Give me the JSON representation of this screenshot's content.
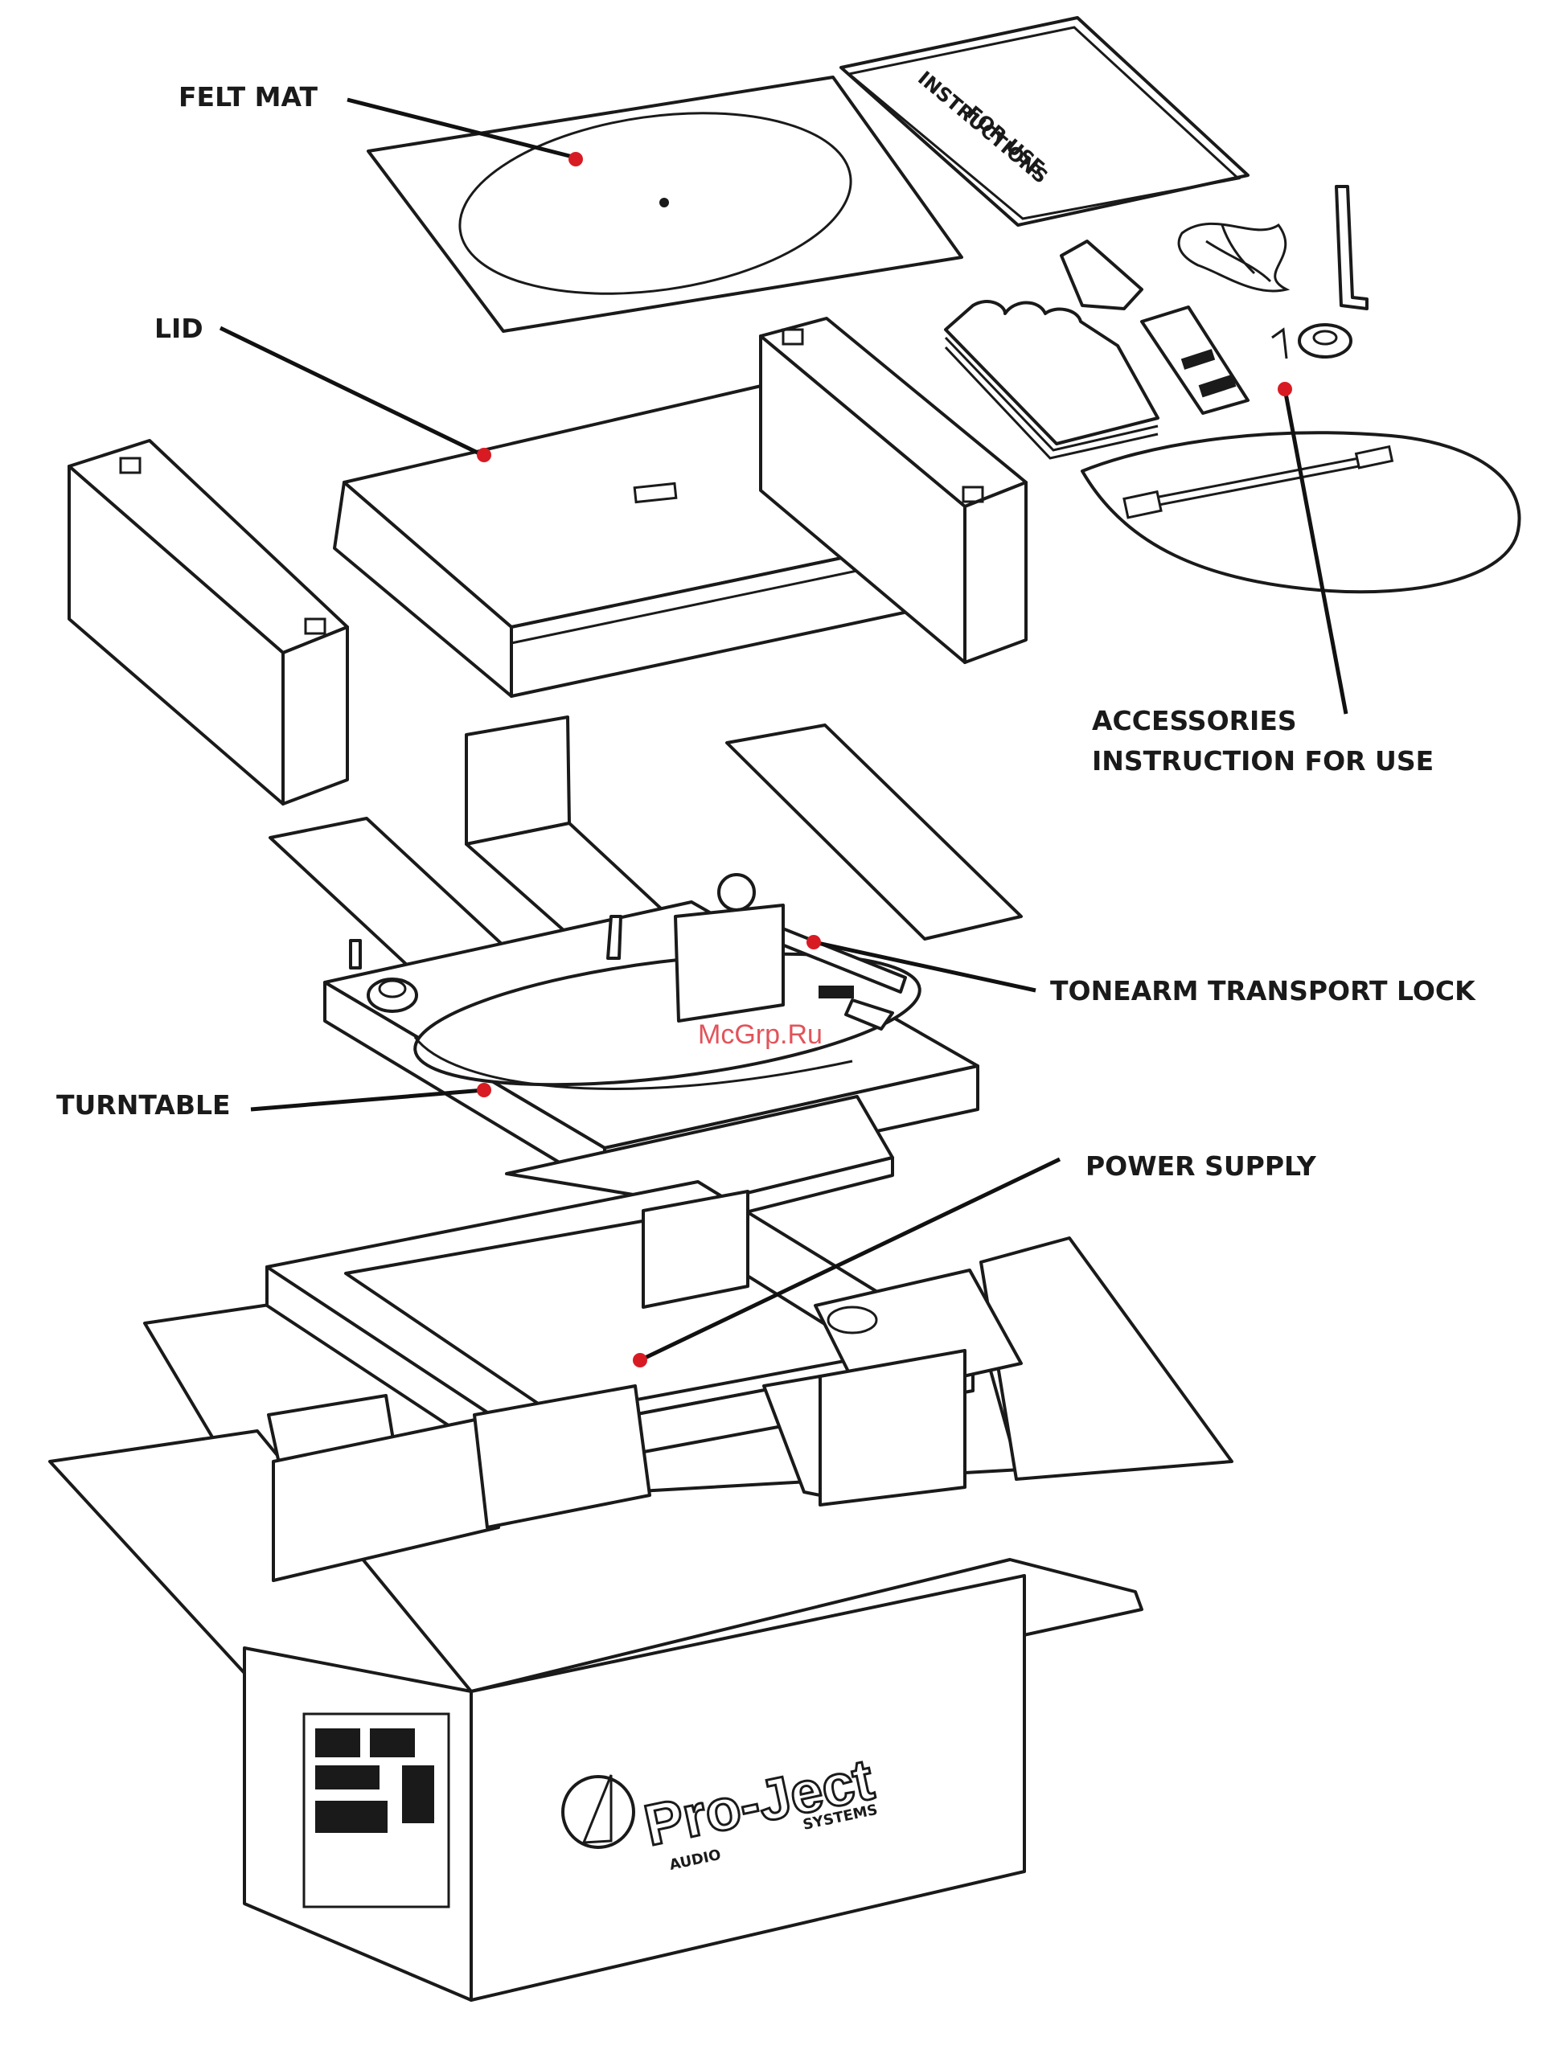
{
  "labels": {
    "felt_mat": "FELT MAT",
    "lid": "LID",
    "accessories_line1": "ACCESSORIES",
    "accessories_line2": "INSTRUCTION FOR USE",
    "tonearm_lock": "TONEARM TRANSPORT LOCK",
    "turntable": "TURNTABLE",
    "power_supply": "POWER SUPPLY"
  },
  "booklet": {
    "line1": "INSTRUCTIONS",
    "line2": "FOR USE"
  },
  "box": {
    "brand": "Pro-Ject",
    "brand_sub_left": "AUDIO",
    "brand_sub_right": "SYSTEMS"
  },
  "watermark": "McGrp.Ru",
  "colors": {
    "marker": "#d81b23",
    "line": "#1a1a1a",
    "background": "#ffffff"
  }
}
